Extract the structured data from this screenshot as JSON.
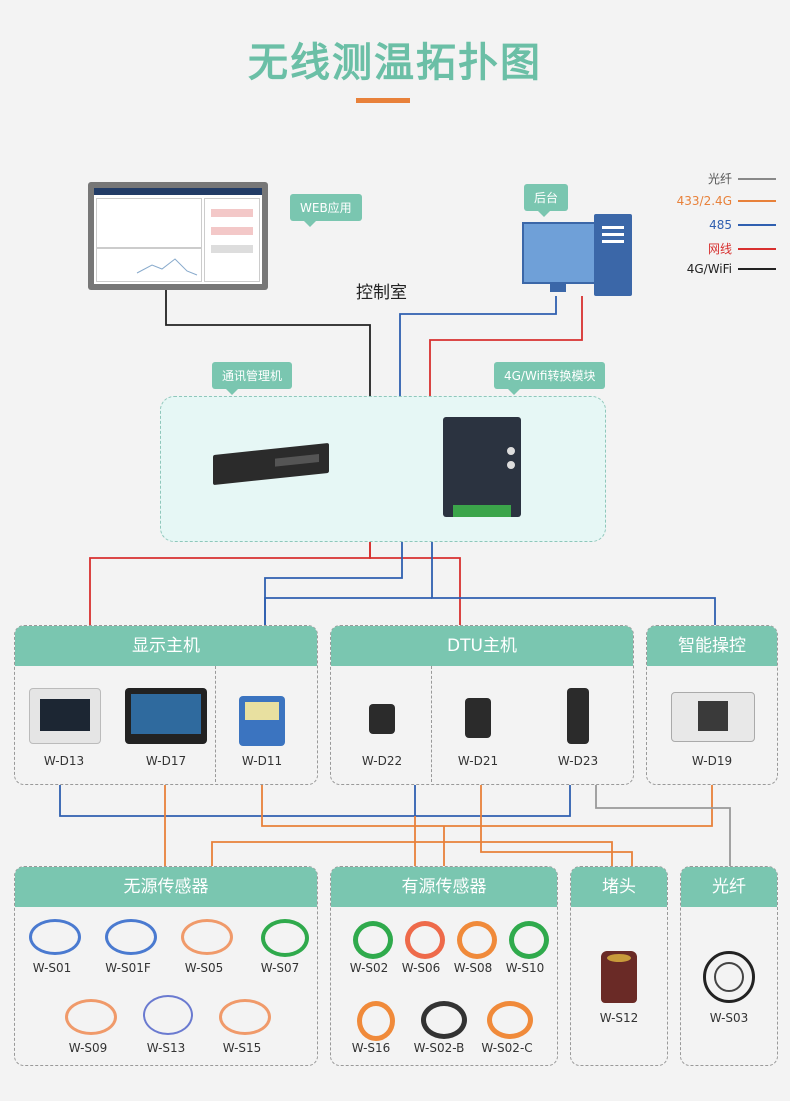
{
  "title": "无线测温拓扑图",
  "top": {
    "web_tag": "WEB应用",
    "backend_tag": "后台",
    "control_room": "控制室",
    "comm_manager_tag": "通讯管理机",
    "converter_tag": "4G/Wifi转换模块"
  },
  "legend": [
    {
      "label": "光纤",
      "color": "#888888"
    },
    {
      "label": "433/2.4G",
      "color": "#e8813a"
    },
    {
      "label": "485",
      "color": "#2f5fb0"
    },
    {
      "label": "网线",
      "color": "#d8302f"
    },
    {
      "label": "4G/WiFi",
      "color": "#222222"
    }
  ],
  "groups": {
    "display": {
      "title": "显示主机",
      "items": [
        "W-D13",
        "W-D17",
        "W-D11"
      ]
    },
    "dtu": {
      "title": "DTU主机",
      "items": [
        "W-D22",
        "W-D21",
        "W-D23"
      ]
    },
    "smart": {
      "title": "智能操控",
      "items": [
        "W-D19"
      ]
    },
    "passive": {
      "title": "无源传感器",
      "items": [
        "W-S01",
        "W-S01F",
        "W-S05",
        "W-S07",
        "W-S09",
        "W-S13",
        "W-S15"
      ]
    },
    "active": {
      "title": "有源传感器",
      "items": [
        "W-S02",
        "W-S06",
        "W-S08",
        "W-S10",
        "W-S16",
        "W-S02-B",
        "W-S02-C"
      ]
    },
    "plug": {
      "title": "堵头",
      "items": [
        "W-S12"
      ]
    },
    "fiber": {
      "title": "光纤",
      "items": [
        "W-S03"
      ]
    }
  }
}
